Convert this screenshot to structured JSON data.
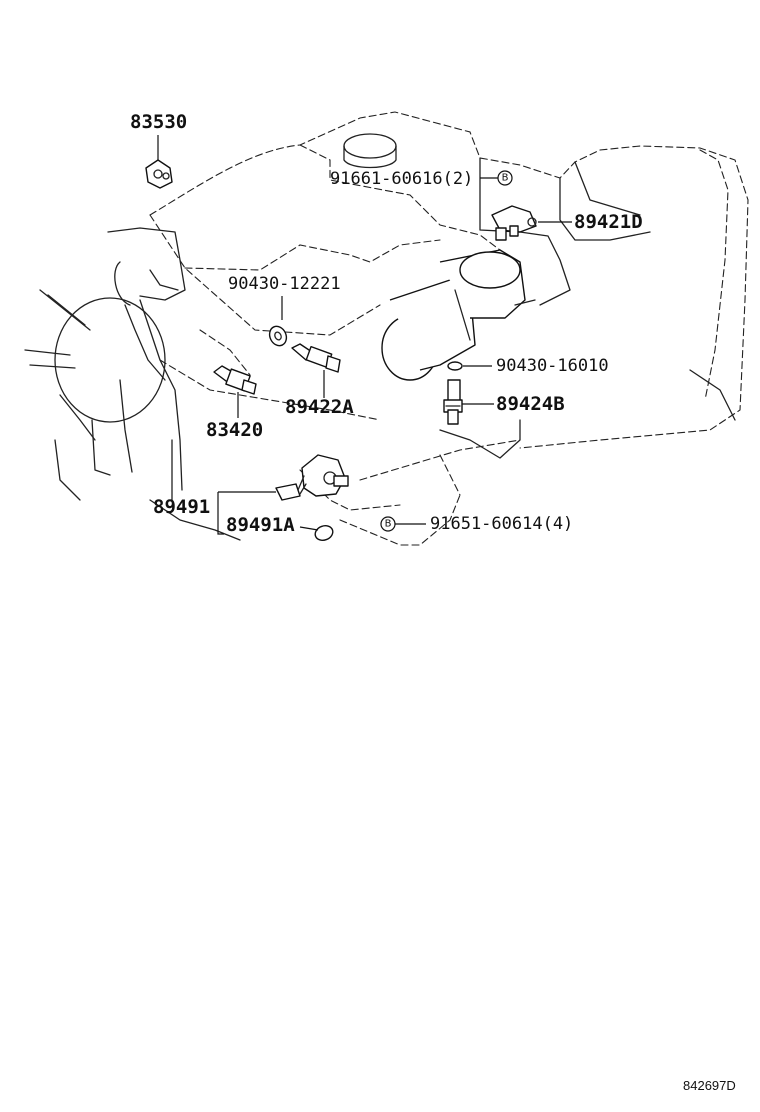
{
  "parts": {
    "p83530": "83530",
    "p91661": "91661-60616(2)",
    "p89421D": "89421D",
    "p90430_12221": "90430-12221",
    "p90430_16010": "90430-16010",
    "p89422A": "89422A",
    "p89424B": "89424B",
    "p83420": "83420",
    "p89491": "89491",
    "p89491A": "89491A",
    "p91651": "91651-60614(4)"
  },
  "badges": {
    "b1": "B",
    "b2": "B"
  },
  "reference_code": "842697D"
}
